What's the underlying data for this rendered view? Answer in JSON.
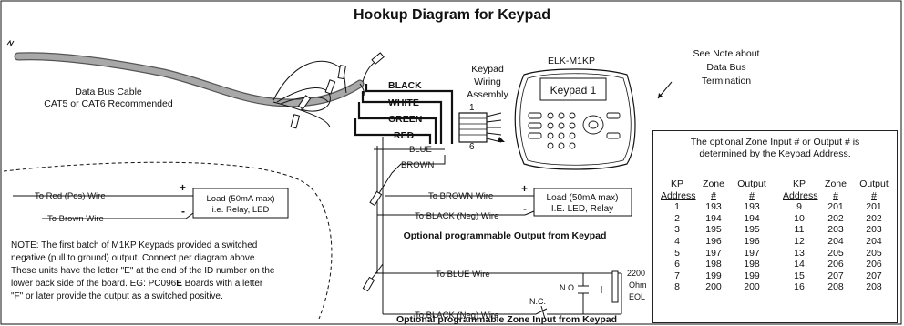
{
  "title": "Hookup Diagram for Keypad",
  "cable": {
    "line1": "Data Bus Cable",
    "line2": "CAT5 or CAT6 Recommended"
  },
  "wires": {
    "black": "BLACK",
    "white": "WHITE",
    "green": "GREEN",
    "red": "RED",
    "blue": "BLUE",
    "brown": "BROWN"
  },
  "assembly": {
    "line1": "Keypad",
    "line2": "Wiring",
    "line3": "Assembly",
    "pin1": "1",
    "pin6": "6"
  },
  "keypad": {
    "model": "ELK-M1KP",
    "display": "Keypad 1"
  },
  "note_bus": {
    "line1": "See Note about",
    "line2": "Data Bus",
    "line3": "Termination"
  },
  "left_load": {
    "to_red": "To Red (Pos) Wire",
    "to_brown": "To Brown Wire",
    "plus": "+",
    "minus": "-",
    "box_line1": "Load (50mA max)",
    "box_line2": "i.e. Relay, LED"
  },
  "note": {
    "line1": "NOTE: The first batch of M1KP Keypads provided a switched",
    "line2": "negative (pull to ground) output.  Connect per diagram above.",
    "line3": "These units have the letter \"E\" at the end of the ID number on the",
    "line4a": "lower back side of the board.  EG: PC096",
    "line4b": "E",
    "line4c": "  Boards with a letter",
    "line5": "\"F\" or later provide the output as a switched positive."
  },
  "output": {
    "to_brown": "To BROWN Wire",
    "to_black": "To BLACK (Neg) Wire",
    "plus": "+",
    "minus": "-",
    "box_line1": "Load (50mA max)",
    "box_line2": "I.E. LED, Relay",
    "caption": "Optional programmable Output from Keypad"
  },
  "zone_input": {
    "to_blue": "To BLUE Wire",
    "to_black": "To BLACK (Neg) Wire",
    "nc": "N.C.",
    "no": "N.O.",
    "eol1": "2200",
    "eol2": "Ohm",
    "eol3": "EOL",
    "caption": "Optional programmable Zone Input from Keypad"
  },
  "table": {
    "caption1": "The optional Zone Input # or Output # is",
    "caption2": "determined by the Keypad Address.",
    "head1": [
      "KP",
      "Zone",
      "Output"
    ],
    "head2": [
      "Address",
      "#",
      "#"
    ],
    "left_rows": [
      [
        "1",
        "193",
        "193"
      ],
      [
        "2",
        "194",
        "194"
      ],
      [
        "3",
        "195",
        "195"
      ],
      [
        "4",
        "196",
        "196"
      ],
      [
        "5",
        "197",
        "197"
      ],
      [
        "6",
        "198",
        "198"
      ],
      [
        "7",
        "199",
        "199"
      ],
      [
        "8",
        "200",
        "200"
      ]
    ],
    "right_rows": [
      [
        "9",
        "201",
        "201"
      ],
      [
        "10",
        "202",
        "202"
      ],
      [
        "11",
        "203",
        "203"
      ],
      [
        "12",
        "204",
        "204"
      ],
      [
        "13",
        "205",
        "205"
      ],
      [
        "14",
        "206",
        "206"
      ],
      [
        "15",
        "207",
        "207"
      ],
      [
        "16",
        "208",
        "208"
      ]
    ]
  }
}
